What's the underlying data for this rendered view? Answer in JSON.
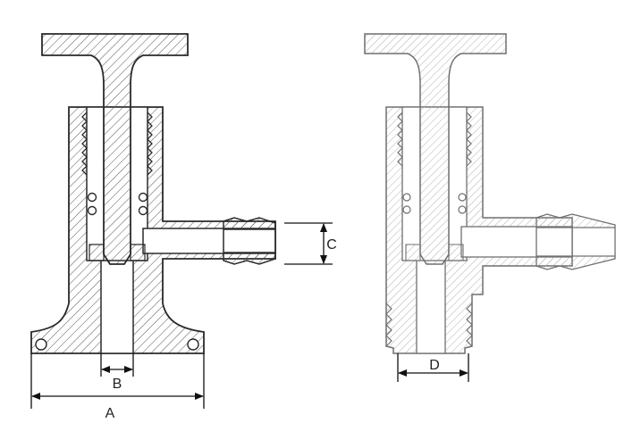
{
  "diagram": {
    "dimension_labels": {
      "A": "A",
      "B": "B",
      "C": "C",
      "D": "D"
    },
    "colors": {
      "outline_dark": "#2a2a2a",
      "hatch_dark": "#555555",
      "outline_light": "#6f6f6f",
      "hatch_light": "#9a9a9a",
      "dimension": "#111111"
    }
  }
}
